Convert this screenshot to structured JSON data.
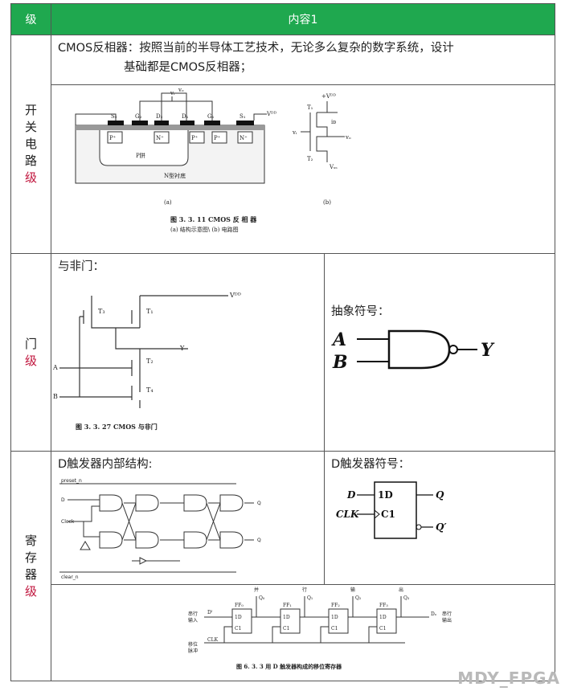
{
  "header": {
    "level": "级",
    "content": "内容1"
  },
  "rows": {
    "switch": {
      "level_chars": [
        "开",
        "关",
        "电",
        "路"
      ],
      "level_suffix": "级",
      "desc_line1": "CMOS反相器：按照当前的半导体工艺技术，无论多么复杂的数字系统，设计",
      "desc_line2": "基础都是CMOS反相器；",
      "fig": {
        "labels": {
          "vi": "vᵢ",
          "vo": "vₒ",
          "vdd": "Vᴰᴰ",
          "s2": "S₂",
          "g2": "G₂",
          "d2": "D₂",
          "d1": "D₁",
          "g1": "G₁",
          "s1": "S₁",
          "p_plus": "P⁺",
          "n_plus": "N⁺",
          "pwell": "P阱",
          "nsub": "N型衬底",
          "a": "(a)",
          "b": "(b)",
          "t1": "T₁",
          "t2": "T₂",
          "id": "iᴅ",
          "vdd_plus": "+Vᴰᴰ",
          "vss": "Vₛₛ"
        },
        "caption1": "图 3. 3. 11   CMOS 反 相 器",
        "caption2": "(a) 结构示意图\\ (b) 电路图"
      }
    },
    "gate": {
      "level_chars": [
        "门"
      ],
      "level_suffix": "级",
      "left_title": "与非门：",
      "right_title": "抽象符号：",
      "fig": {
        "vdd": "Vᴰᴰ",
        "t3": "T₃",
        "t1": "T₁",
        "t2": "T₂",
        "t4": "T₄",
        "y": "Y",
        "a": "A",
        "b": "B",
        "caption": "图 3. 3. 27   CMOS 与非门"
      },
      "symbol": {
        "a": "A",
        "b": "B",
        "y": "Y"
      }
    },
    "register": {
      "level_chars": [
        "寄",
        "存",
        "器"
      ],
      "level_suffix": "级",
      "left_title": "D触发器内部结构:",
      "right_title": "D触发器符号：",
      "fig": {
        "preset": "preset_n",
        "d": "D",
        "clock": "Clock",
        "q1": "Q",
        "q2": "Q",
        "clear": "clear_n"
      },
      "symbol": {
        "d": "D",
        "clk": "CLK",
        "d1": "1D",
        "c1": "C1",
        "q": "Q",
        "qp": "Q′"
      },
      "shift": {
        "top_labels": [
          "并",
          "行",
          "输",
          "出"
        ],
        "q_labels": [
          "Q₀",
          "Q₁",
          "Q₂",
          "Q₃"
        ],
        "ff_labels": [
          "FF₀",
          "FF₁",
          "FF₂",
          "FF₃"
        ],
        "in_label1": "串行",
        "in_label2": "输入",
        "d_in": "Dᴵ",
        "out_label1": "串行",
        "out_label2": "输出",
        "d_out": "Dₒ",
        "clk": "CLK",
        "shift_label1": "移位",
        "shift_label2": "脉冲",
        "box_d": "1D",
        "box_c": "C1",
        "caption": "图 6. 3. 3   用 D 触发器构成的移位寄存器"
      }
    }
  },
  "watermark": "MDY_FPGA"
}
